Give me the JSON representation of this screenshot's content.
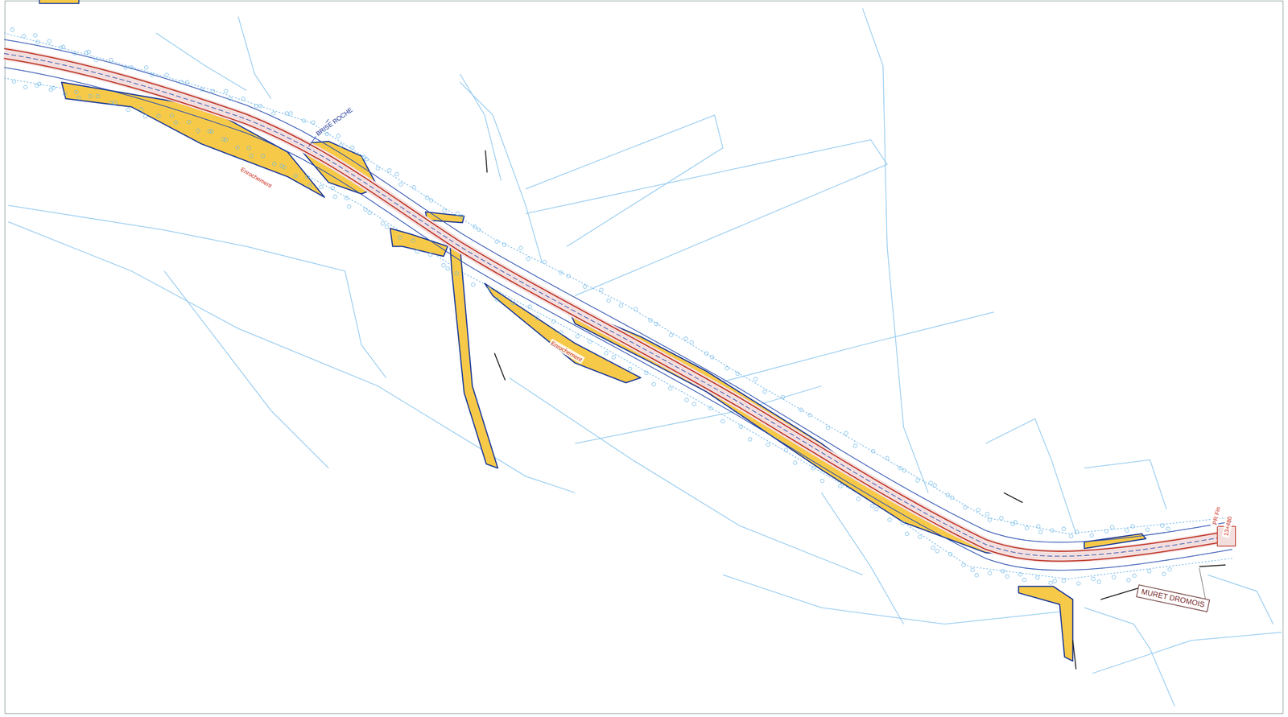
{
  "diagram": {
    "nodes": [
      {
        "text": [
          "MURET DROMOIS"
        ]
      }
    ],
    "labels": [
      "BRISE ROCHE",
      "Enrochement",
      "Enrochement",
      "PR Fin",
      "13+480"
    ]
  }
}
